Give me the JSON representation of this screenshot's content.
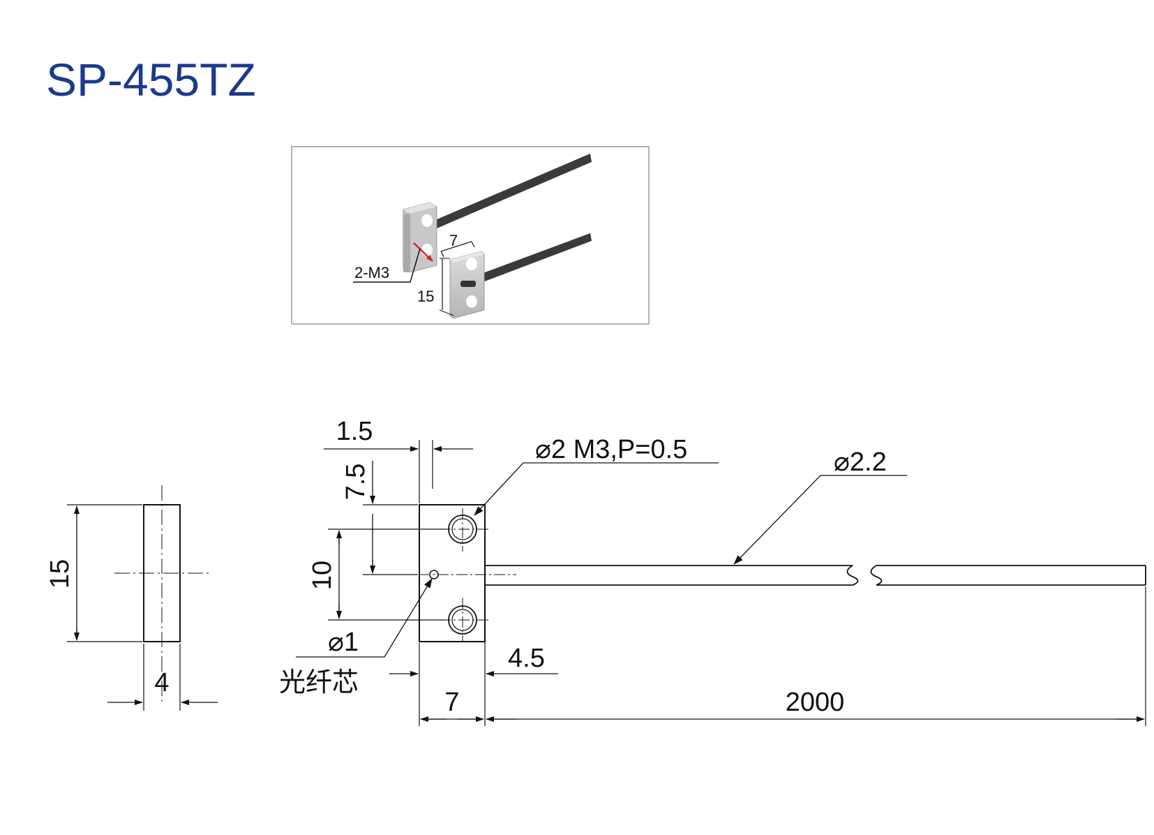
{
  "title": "SP-455TZ",
  "photo": {
    "label_thread": "2-M3",
    "label_width": "7",
    "label_height": "15"
  },
  "side_view": {
    "height": "15",
    "width": "4"
  },
  "front_view": {
    "offset_top": "1.5",
    "offset_hole": "7.5",
    "hole_pitch": "10",
    "hole_note": "⌀2 M3,P=0.5",
    "cable_dia": "⌀2.2",
    "core_dia": "⌀1",
    "core_label": "光纤芯",
    "core_offset": "4.5",
    "block_width": "7",
    "cable_length": "2000"
  },
  "colors": {
    "title": "#1a3a8f",
    "accent_arrow": "#d7262a"
  }
}
